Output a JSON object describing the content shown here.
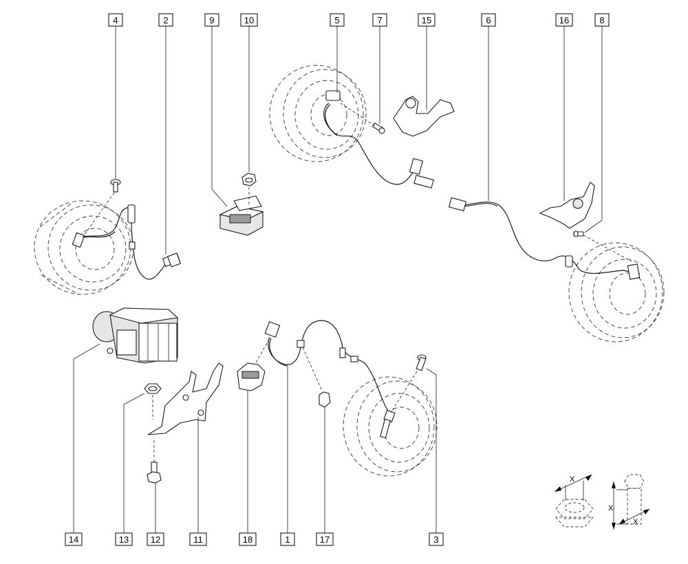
{
  "callouts": [
    {
      "id": "4",
      "label": "4"
    },
    {
      "id": "2",
      "label": "2"
    },
    {
      "id": "9",
      "label": "9"
    },
    {
      "id": "10",
      "label": "10"
    },
    {
      "id": "5",
      "label": "5"
    },
    {
      "id": "7",
      "label": "7"
    },
    {
      "id": "15",
      "label": "15"
    },
    {
      "id": "6",
      "label": "6"
    },
    {
      "id": "16",
      "label": "16"
    },
    {
      "id": "8",
      "label": "8"
    },
    {
      "id": "14",
      "label": "14"
    },
    {
      "id": "13",
      "label": "13"
    },
    {
      "id": "12",
      "label": "12"
    },
    {
      "id": "11",
      "label": "11"
    },
    {
      "id": "18",
      "label": "18"
    },
    {
      "id": "1",
      "label": "1"
    },
    {
      "id": "17",
      "label": "17"
    },
    {
      "id": "3",
      "label": "3"
    }
  ],
  "legend": {
    "nut_dim": "X",
    "bolt_length_dim": "X",
    "bolt_thread_dim": "X"
  }
}
